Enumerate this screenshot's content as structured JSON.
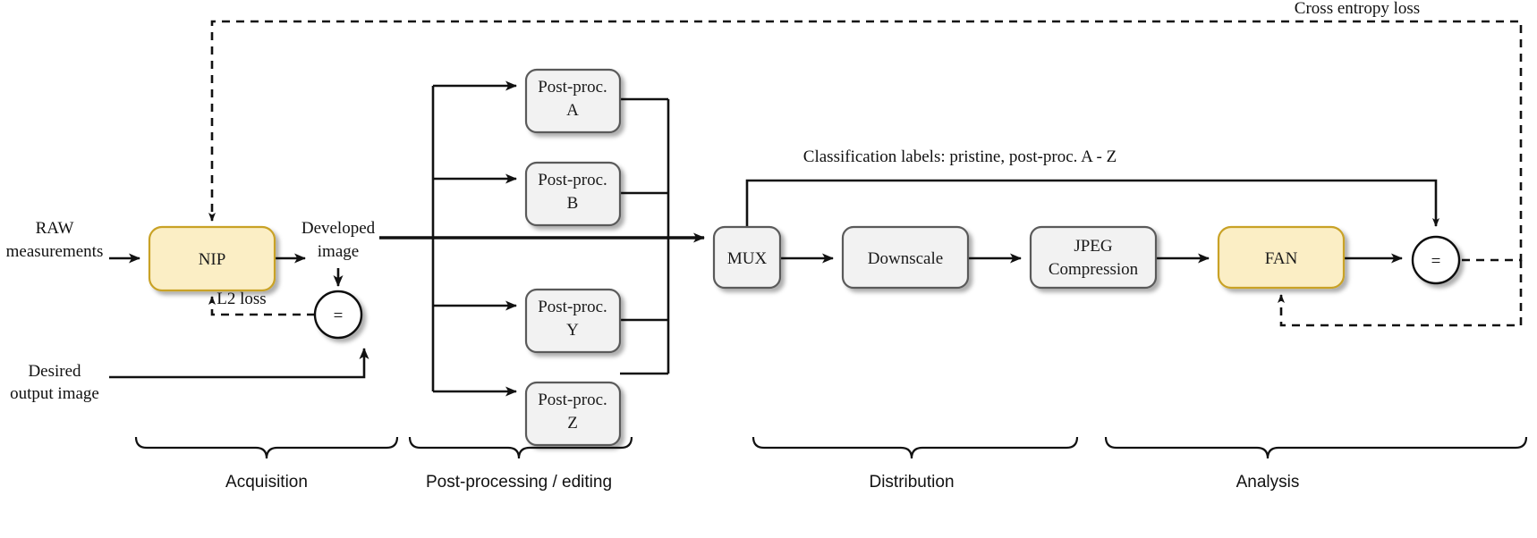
{
  "diagram": {
    "title_note": "Cross entropy loss",
    "boxes": {
      "nip": "NIP",
      "pp_a_line1": "Post-proc.",
      "pp_a_line2": "A",
      "pp_b_line1": "Post-proc.",
      "pp_b_line2": "B",
      "pp_y_line1": "Post-proc.",
      "pp_y_line2": "Y",
      "pp_z_line1": "Post-proc.",
      "pp_z_line2": "Z",
      "mux": "MUX",
      "downscale": "Downscale",
      "jpeg_line1": "JPEG",
      "jpeg_line2": "Compression",
      "fan": "FAN"
    },
    "free_labels": {
      "raw_line1": "RAW",
      "raw_line2": "measurements",
      "developed_line1": "Developed",
      "developed_line2": "image",
      "desired_line1": "Desired",
      "desired_line2": "output image",
      "l2_loss": "L2 loss",
      "classification": "Classification labels: pristine, post-proc. A - Z",
      "cross_entropy": "Cross entropy loss",
      "equals_1": "=",
      "equals_2": "="
    },
    "stage_braces": [
      {
        "label": "Acquisition"
      },
      {
        "label": "Post-processing / editing"
      },
      {
        "label": "Distribution"
      },
      {
        "label": "Analysis"
      }
    ],
    "colors": {
      "trainable_fill": "#fbeec5",
      "trainable_stroke": "#c9a227",
      "static_fill": "#f2f2f2",
      "static_stroke": "#5a5a5a",
      "line": "#111111",
      "background": "#ffffff"
    }
  }
}
